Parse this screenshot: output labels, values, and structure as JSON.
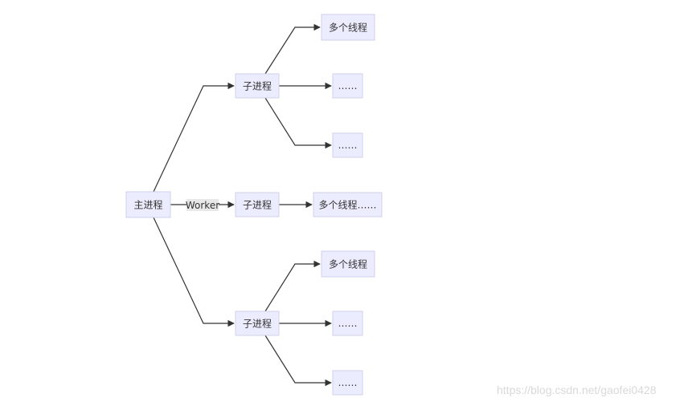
{
  "nodes": {
    "main": "主进程",
    "child_top": "子进程",
    "child_mid": "子进程",
    "child_bot": "子进程",
    "threads_top": "多个线程",
    "top_etc_1": "……",
    "top_etc_2": "……",
    "threads_mid": "多个线程……",
    "threads_bot": "多个线程",
    "bot_etc_1": "……",
    "bot_etc_2": "……"
  },
  "edge_label": "Worker",
  "watermark": "https://blog.csdn.net/gaofei0428",
  "colors": {
    "node_fill": "#ececff",
    "node_border": "#cfcfeb",
    "edge": "#333333",
    "label_bg": "#e8e8e8"
  }
}
